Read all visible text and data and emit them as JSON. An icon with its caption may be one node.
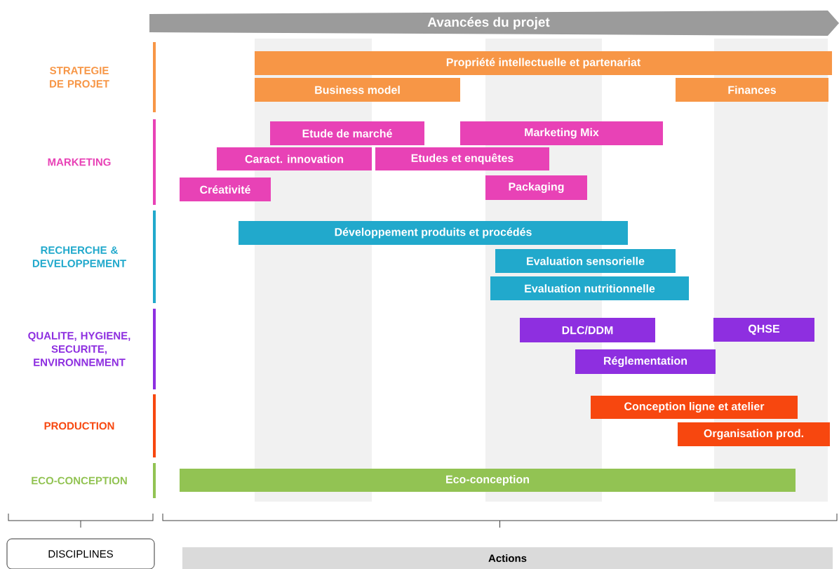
{
  "diagram": {
    "nodes": [
      {
        "text": [
          "Avancées du projet"
        ]
      },
      {
        "text": [
          "Propriété intellectuelle et partenariat"
        ]
      },
      {
        "text": [
          "Business model"
        ]
      },
      {
        "text": [
          "Finances"
        ]
      },
      {
        "text": [
          "Etude de marché"
        ]
      },
      {
        "text": [
          "Marketing Mix"
        ]
      },
      {
        "text": [
          "Caract. innovation"
        ]
      },
      {
        "text": [
          "Etudes et enquêtes"
        ]
      },
      {
        "text": [
          "Créativité"
        ]
      },
      {
        "text": [
          "Packaging"
        ]
      },
      {
        "text": [
          "Développement produits et procédés"
        ]
      },
      {
        "text": [
          "Evaluation sensorielle"
        ]
      },
      {
        "text": [
          "Evaluation nutritionnelle"
        ]
      },
      {
        "text": [
          "DLC/DDM"
        ]
      },
      {
        "text": [
          "QHSE"
        ]
      },
      {
        "text": [
          "Réglementation"
        ]
      },
      {
        "text": [
          "Conception ligne et atelier"
        ]
      },
      {
        "text": [
          "Organisation prod."
        ]
      },
      {
        "text": [
          "Eco-conception"
        ]
      },
      {
        "text": [
          "DISCIPLINES"
        ]
      },
      {
        "text": [
          "Actions"
        ]
      }
    ],
    "labels": [
      "STRATEGIE DE PROJET",
      "MARKETING",
      "RECHERCHE & DEVELOPPEMENT",
      "QUALITE, HYGIENE, SECURITE, ENVIRONNEMENT",
      "PRODUCTION",
      "ECO-CONCEPTION"
    ]
  }
}
